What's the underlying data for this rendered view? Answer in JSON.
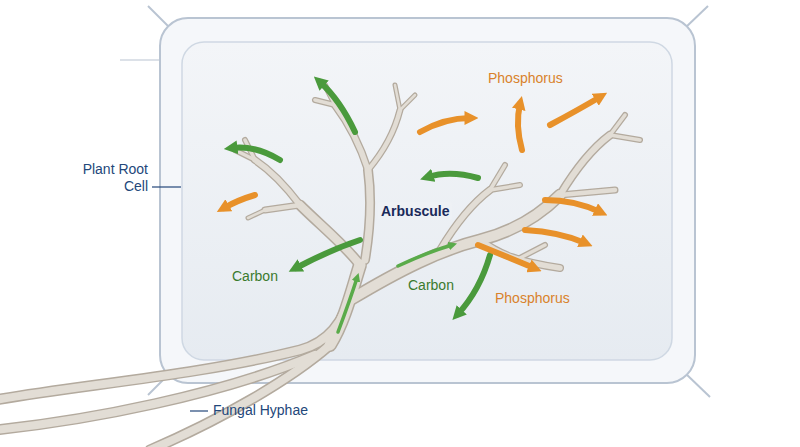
{
  "diagram": {
    "labels": [
      "Plant Root Cell",
      "Phosphorus",
      "Arbuscule",
      "Carbon",
      "Carbon",
      "Phosphorus",
      "Fungal Hyphae"
    ]
  }
}
